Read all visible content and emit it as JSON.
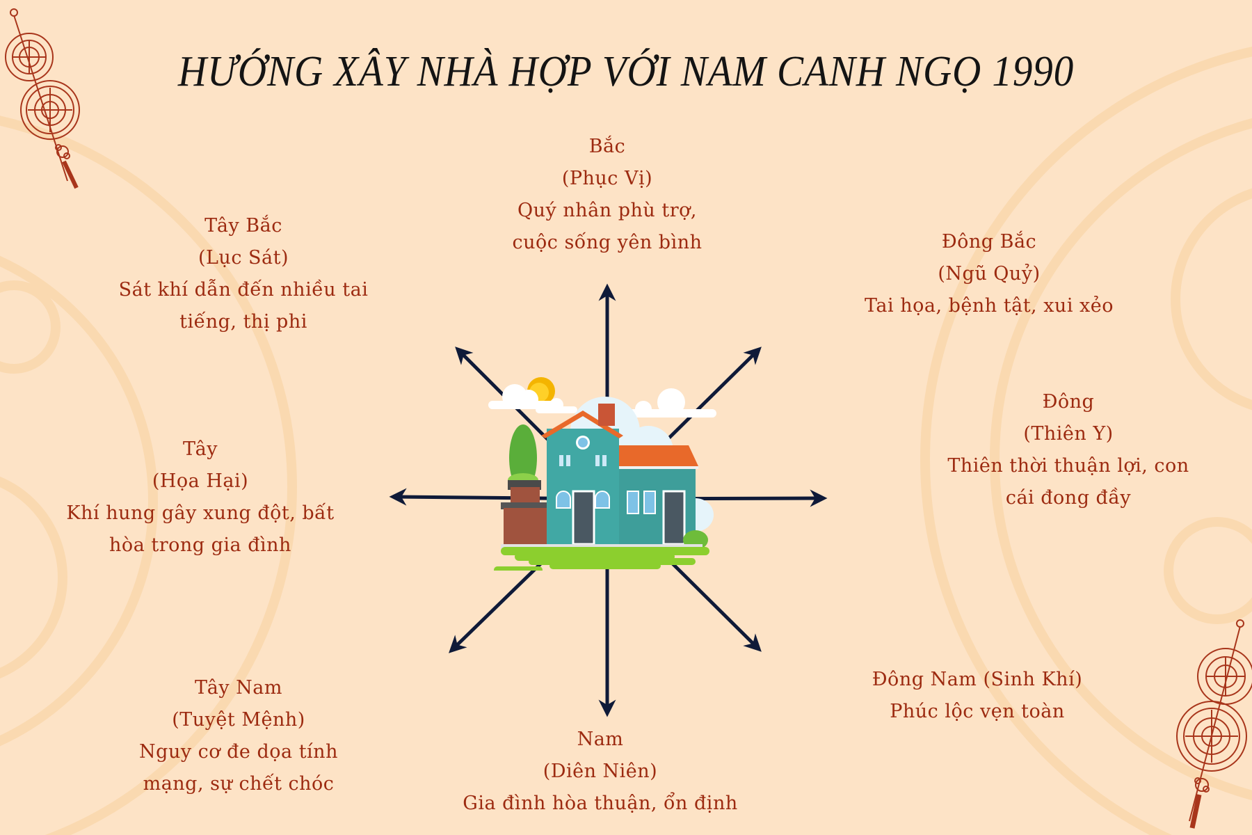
{
  "title": "HƯỚNG XÂY NHÀ HỢP VỚI NAM CANH NGỌ 1990",
  "colors": {
    "background": "#fde3c6",
    "arc": "#fad9b0",
    "text": "#9c2a10",
    "title": "#141414",
    "arrow": "#0f1a38",
    "ornament": "#a8351b"
  },
  "center_image": "house-illustration",
  "directions": [
    {
      "key": "north",
      "name": "Bắc",
      "star": "(Phục Vị)",
      "desc": [
        "Quý nhân phù trợ,",
        "cuộc sống yên bình"
      ]
    },
    {
      "key": "northwest",
      "name": "Tây Bắc",
      "star": "(Lục Sát)",
      "desc": [
        "Sát khí dẫn đến nhiều tai",
        "tiếng, thị phi"
      ]
    },
    {
      "key": "northeast",
      "name": "Đông Bắc",
      "star": "(Ngũ Quỷ)",
      "desc": [
        "Tai họa, bệnh tật, xui xẻo"
      ]
    },
    {
      "key": "east",
      "name": "Đông",
      "star": "(Thiên Y)",
      "desc": [
        "Thiên thời thuận lợi, con",
        "cái đong đầy"
      ]
    },
    {
      "key": "west",
      "name": "Tây",
      "star": "(Họa Hại)",
      "desc": [
        "Khí hung gây xung đột, bất",
        "hòa trong gia đình"
      ]
    },
    {
      "key": "southeast",
      "name": "Đông Nam (Sinh Khí)",
      "star": "",
      "desc": [
        "Phúc lộc vẹn toàn"
      ]
    },
    {
      "key": "southwest",
      "name": "Tây Nam",
      "star": "(Tuyệt Mệnh)",
      "desc": [
        "Nguy cơ đe dọa tính",
        "mạng, sự chết chóc"
      ]
    },
    {
      "key": "south",
      "name": "Nam",
      "star": "(Diên Niên)",
      "desc": [
        "Gia đình hòa thuận, ổn định"
      ]
    }
  ]
}
